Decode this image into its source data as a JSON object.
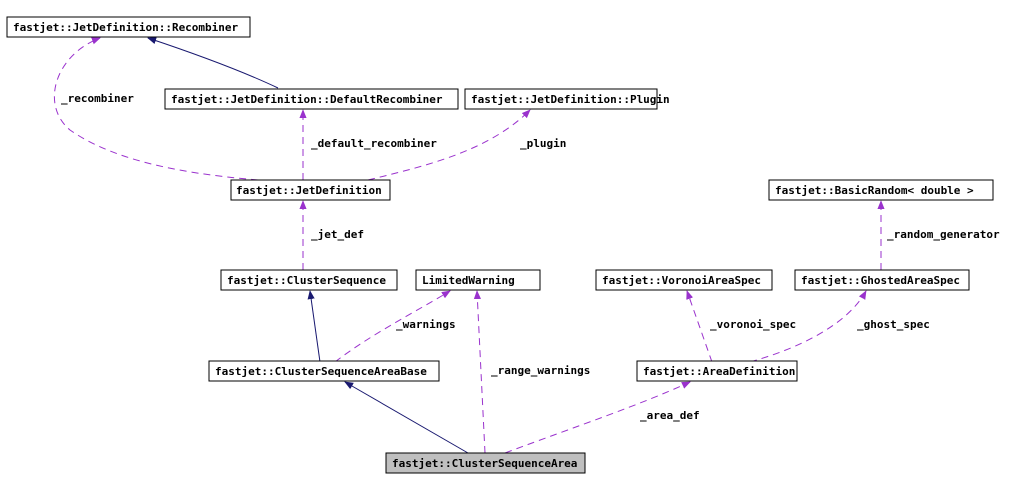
{
  "nodes": {
    "recombiner": "fastjet::JetDefinition::Recombiner",
    "default_recombiner": "fastjet::JetDefinition::DefaultRecombiner",
    "plugin": "fastjet::JetDefinition::Plugin",
    "jet_definition": "fastjet::JetDefinition",
    "basic_random": "fastjet::BasicRandom< double >",
    "cluster_sequence": "fastjet::ClusterSequence",
    "limited_warning": "LimitedWarning",
    "voronoi_area_spec": "fastjet::VoronoiAreaSpec",
    "ghosted_area_spec": "fastjet::GhostedAreaSpec",
    "cluster_sequence_area_base": "fastjet::ClusterSequenceAreaBase",
    "area_definition": "fastjet::AreaDefinition",
    "cluster_sequence_area": "fastjet::ClusterSequenceArea"
  },
  "edge_labels": {
    "recombiner": "_recombiner",
    "default_recombiner": "_default_recombiner",
    "plugin": "_plugin",
    "jet_def": "_jet_def",
    "random_generator": "_random_generator",
    "warnings": "_warnings",
    "voronoi_spec": "_voronoi_spec",
    "ghost_spec": "_ghost_spec",
    "range_warnings": "_range_warnings",
    "area_def": "_area_def"
  },
  "colors": {
    "inheritance_edge": "#191970",
    "member_edge": "#9a32cd",
    "focus_node_fill": "#bfbfbf"
  }
}
